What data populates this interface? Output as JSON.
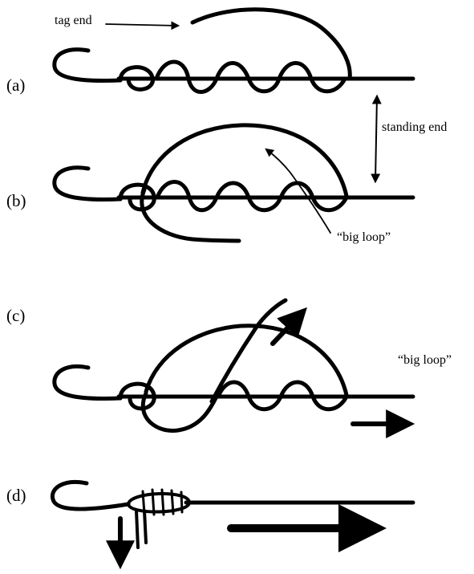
{
  "labels": {
    "tag_end": "tag end",
    "standing_end": "standing end",
    "big_loop_b": "“big loop”",
    "big_loop_c": "“big loop”"
  },
  "panels": [
    {
      "id": "a",
      "label": "(a)"
    },
    {
      "id": "b",
      "label": "(b)"
    },
    {
      "id": "c",
      "label": "(c)"
    },
    {
      "id": "d",
      "label": "(d)"
    }
  ],
  "colors": {
    "ink": "#000000",
    "background": "#ffffff"
  }
}
